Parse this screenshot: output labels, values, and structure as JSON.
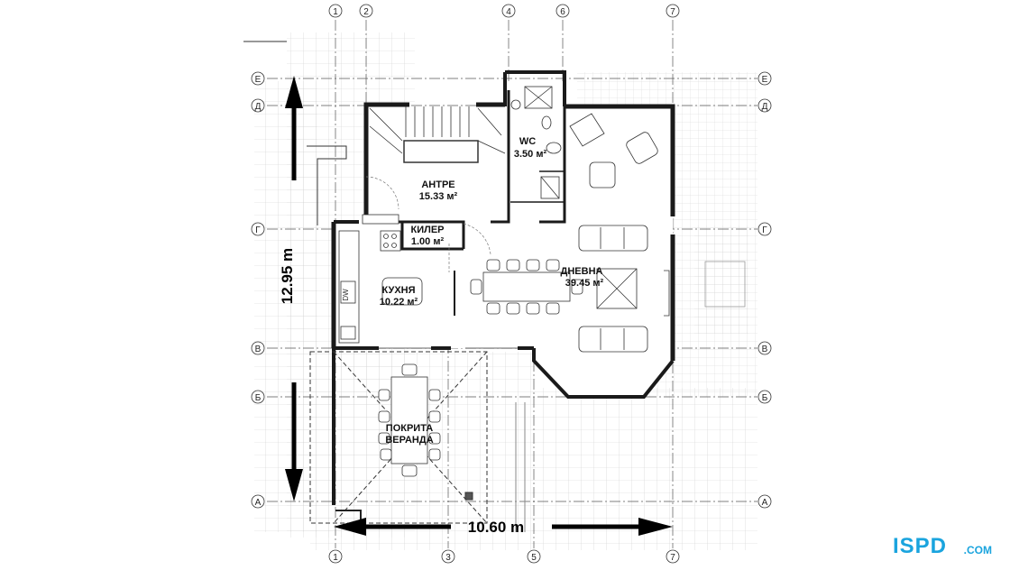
{
  "axes": {
    "vertical": [
      "1",
      "2",
      "4",
      "6",
      "7"
    ],
    "vertical_bottom": [
      "1",
      "3",
      "5",
      "7"
    ],
    "horizontal": [
      "Е",
      "Д",
      "Г",
      "В",
      "Б",
      "А"
    ]
  },
  "rooms": {
    "wc": {
      "label": "WC",
      "area": "3.50 м²"
    },
    "antre": {
      "label": "АНТРЕ",
      "area": "15.33 м²"
    },
    "kiler": {
      "label": "КИЛЕР",
      "area": "1.00 м²"
    },
    "kuhnia": {
      "label": "КУХНЯ",
      "area": "10.22 м²"
    },
    "dnevna": {
      "label": "ДНЕВНА",
      "area": "39.45 м²"
    },
    "veranda": {
      "label_line1": "ПОКРИТА",
      "label_line2": "ВЕРАНДА"
    }
  },
  "appliance": {
    "dw": "DW"
  },
  "dimensions": {
    "height": "12.95 m",
    "width": "10.60 m"
  },
  "logo": {
    "brand": "ISPD",
    "domain": ".COM"
  },
  "colors": {
    "wall": "#1a1a1a",
    "grid": "#c8c8c8",
    "axis": "#555555",
    "logo": "#1aa4de"
  }
}
